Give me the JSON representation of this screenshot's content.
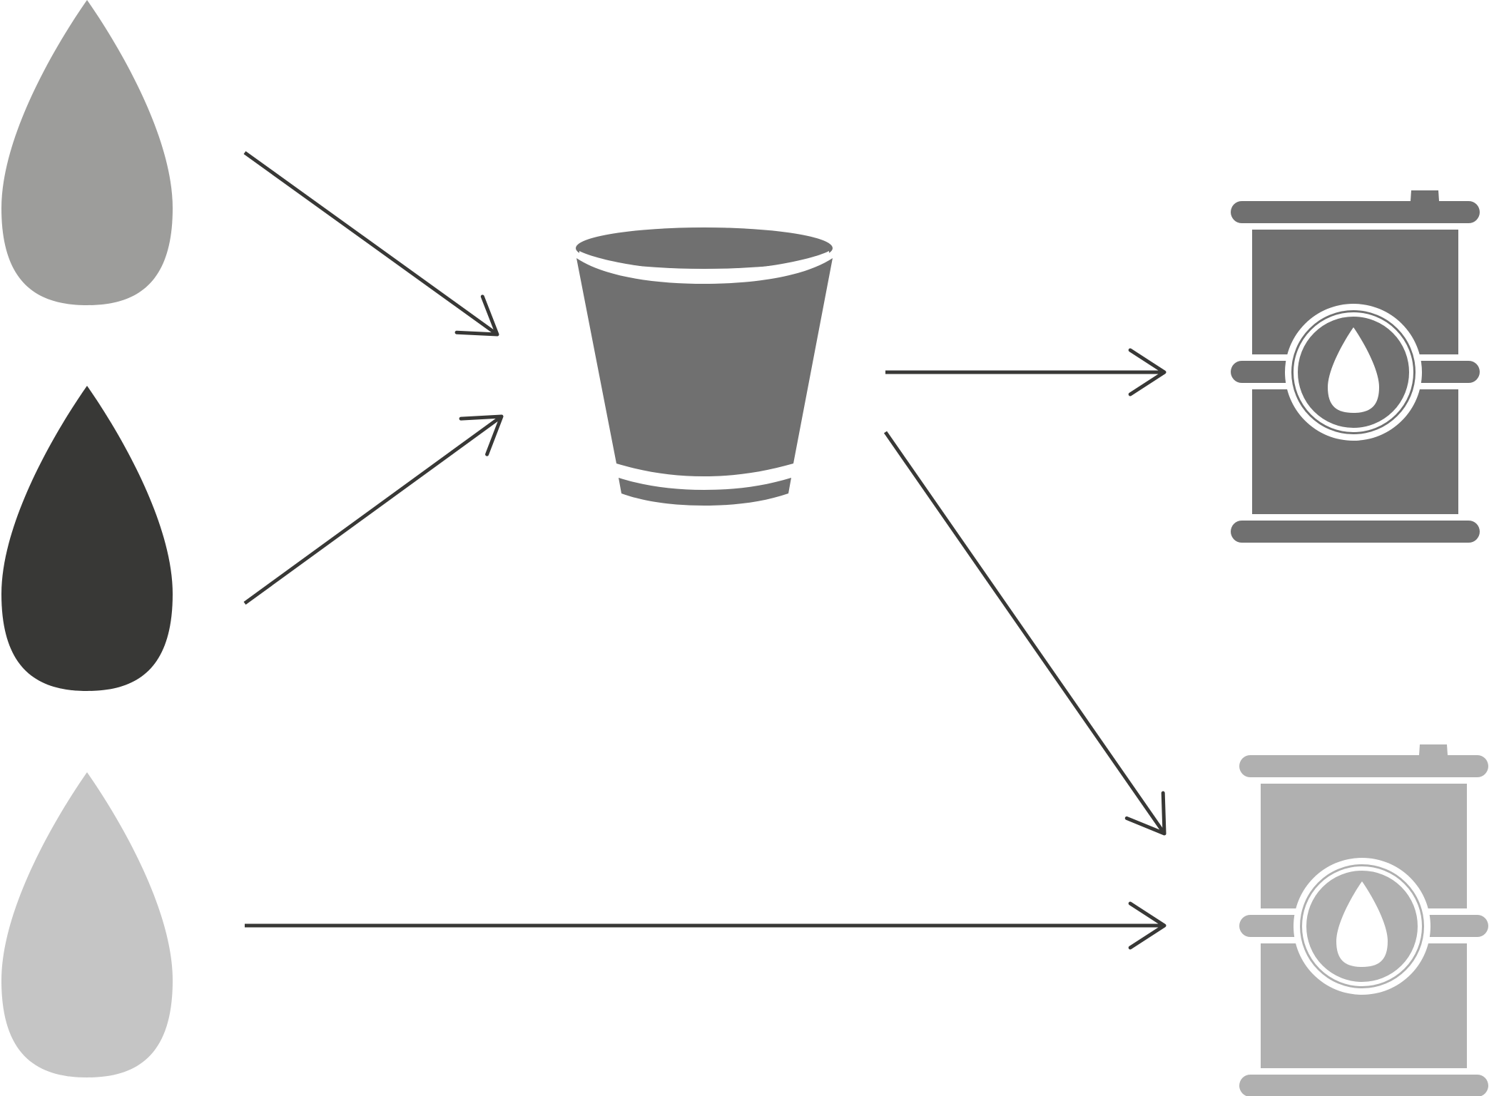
{
  "colors": {
    "background": "#ffffff",
    "arrow": "#383836",
    "drop_top": "#9d9d9b",
    "drop_middle": "#383836",
    "drop_bottom": "#c5c5c5",
    "bucket": "#707070",
    "barrel_top": "#707070",
    "barrel_bottom": "#b0b0b0",
    "cutout": "#ffffff"
  },
  "nodes": {
    "drops": [
      {
        "id": "drop-1",
        "icon": "oil-drop-icon",
        "color_key": "drop_top"
      },
      {
        "id": "drop-2",
        "icon": "oil-drop-icon",
        "color_key": "drop_middle"
      },
      {
        "id": "drop-3",
        "icon": "oil-drop-icon",
        "color_key": "drop_bottom"
      }
    ],
    "bucket": {
      "id": "bucket",
      "icon": "bucket-icon"
    },
    "barrels": [
      {
        "id": "barrel-1",
        "icon": "oil-barrel-icon",
        "color_key": "barrel_top"
      },
      {
        "id": "barrel-2",
        "icon": "oil-barrel-icon",
        "color_key": "barrel_bottom"
      }
    ]
  },
  "edges": [
    {
      "from": "drop-1",
      "to": "bucket"
    },
    {
      "from": "drop-2",
      "to": "bucket"
    },
    {
      "from": "drop-3",
      "to": "barrel-2"
    },
    {
      "from": "bucket",
      "to": "barrel-1"
    },
    {
      "from": "bucket",
      "to": "barrel-2"
    }
  ]
}
